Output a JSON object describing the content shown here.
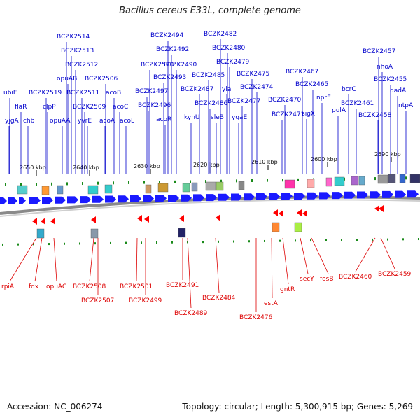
{
  "title": "Bacillus cereus E33L, complete genome",
  "accession": "Accession: NC_006274",
  "topology": "Topology: circular; Length: 5,300,915 bp; Genes: 5,269",
  "colors": {
    "top_label": "#0000cc",
    "bottom_label": "#dd0000",
    "forward_gene": "#1a1aff",
    "reverse_gene": "#ff0000",
    "tick": "#1a8a1a"
  },
  "scale_ticks": [
    "2650 kbp",
    "2640 kbp",
    "2630 kbp",
    "2620 kbp",
    "2610 kbp",
    "2600 kbp",
    "2590 kbp"
  ],
  "top_labels": [
    "BCZK2514",
    "BCZK2513",
    "BCZK2512",
    "opuAB",
    "ubiE",
    "BCZK2519",
    "BCZK2511",
    "BCZK2506",
    "acoB",
    "flaR",
    "clpP",
    "BCZK2509",
    "acoC",
    "yjgA",
    "chb",
    "opuAA",
    "yvrE",
    "acoA",
    "acoL",
    "BCZK2494",
    "BCZK2492",
    "BCZK2500",
    "BCZK2490",
    "BCZK2493",
    "BCZK2497",
    "BCZK2496",
    "acoR",
    "BCZK2482",
    "BCZK2480",
    "BCZK2479",
    "BCZK2485",
    "BCZK2487",
    "BCZK2486",
    "kynU",
    "yla",
    "BCZK2475",
    "BCZK2474",
    "BCZK2477",
    "yqaE",
    "sleB",
    "BCZK2467",
    "BCZK2465",
    "BCZK2470",
    "BCZK2471",
    "sigX",
    "nprE",
    "BCZK2457",
    "nhoA",
    "BCZK2455",
    "bcrC",
    "dadA",
    "BCZK2461",
    "pulA",
    "BCZK2458",
    "ntpA"
  ],
  "bottom_labels": [
    "rpiA",
    "fdx",
    "opuAC",
    "BCZK2508",
    "BCZK2507",
    "BCZK2501",
    "BCZK2499",
    "BCZK2491",
    "BCZK2489",
    "BCZK2484",
    "BCZK2476",
    "estA",
    "gntR",
    "secY",
    "fosB",
    "BCZK2460",
    "BCZK2459"
  ]
}
